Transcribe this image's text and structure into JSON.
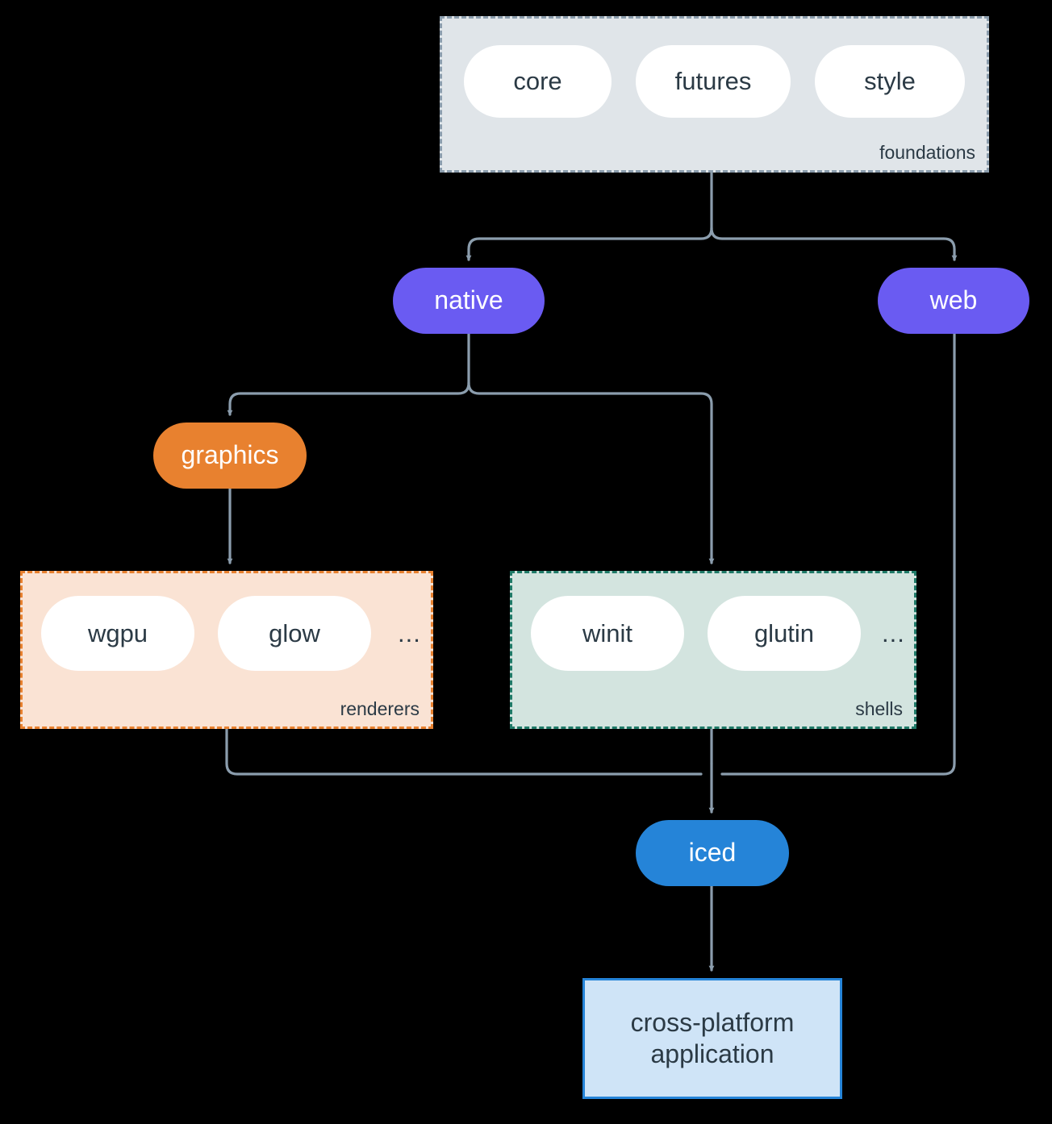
{
  "diagram": {
    "type": "architecture-flow",
    "background": "#000000",
    "edge_color": "#8b9dad",
    "groups": [
      {
        "id": "foundations",
        "label": "foundations",
        "fill": "#e0e5e9",
        "border_color": "#8b9dad",
        "border_style": "dashed",
        "members": [
          "core",
          "futures",
          "style"
        ],
        "has_ellipsis": false
      },
      {
        "id": "renderers",
        "label": "renderers",
        "fill": "#fae3d4",
        "border_color": "#e8812f",
        "border_style": "dashed",
        "members": [
          "wgpu",
          "glow"
        ],
        "ellipsis": "...",
        "has_ellipsis": true
      },
      {
        "id": "shells",
        "label": "shells",
        "fill": "#d3e4df",
        "border_color": "#1f7a68",
        "border_style": "dashed",
        "members": [
          "winit",
          "glutin"
        ],
        "ellipsis": "...",
        "has_ellipsis": true
      }
    ],
    "nodes": [
      {
        "id": "core",
        "label": "core",
        "shape": "pill",
        "fill": "#ffffff",
        "text_color": "#2b3a45"
      },
      {
        "id": "futures",
        "label": "futures",
        "shape": "pill",
        "fill": "#ffffff",
        "text_color": "#2b3a45"
      },
      {
        "id": "style",
        "label": "style",
        "shape": "pill",
        "fill": "#ffffff",
        "text_color": "#2b3a45"
      },
      {
        "id": "native",
        "label": "native",
        "shape": "pill",
        "fill": "#6a5bf2",
        "text_color": "#ffffff"
      },
      {
        "id": "web",
        "label": "web",
        "shape": "pill",
        "fill": "#6a5bf2",
        "text_color": "#ffffff"
      },
      {
        "id": "graphics",
        "label": "graphics",
        "shape": "pill",
        "fill": "#e8812f",
        "text_color": "#ffffff"
      },
      {
        "id": "wgpu",
        "label": "wgpu",
        "shape": "pill",
        "fill": "#ffffff",
        "text_color": "#2b3a45"
      },
      {
        "id": "glow",
        "label": "glow",
        "shape": "pill",
        "fill": "#ffffff",
        "text_color": "#2b3a45"
      },
      {
        "id": "winit",
        "label": "winit",
        "shape": "pill",
        "fill": "#ffffff",
        "text_color": "#2b3a45"
      },
      {
        "id": "glutin",
        "label": "glutin",
        "shape": "pill",
        "fill": "#ffffff",
        "text_color": "#2b3a45"
      },
      {
        "id": "iced",
        "label": "iced",
        "shape": "pill",
        "fill": "#2584d8",
        "text_color": "#ffffff"
      },
      {
        "id": "application",
        "label_line1": "cross-platform",
        "label_line2": "application",
        "shape": "rectangle",
        "fill": "#cfe4f7",
        "border_color": "#2584d8",
        "text_color": "#2b3a45"
      }
    ],
    "edges": [
      {
        "from": "foundations",
        "to": "native",
        "arrow": true
      },
      {
        "from": "foundations",
        "to": "web",
        "arrow": true
      },
      {
        "from": "native",
        "to": "graphics",
        "arrow": true
      },
      {
        "from": "native",
        "to": "shells",
        "arrow": true
      },
      {
        "from": "graphics",
        "to": "renderers",
        "arrow": true
      },
      {
        "from": "renderers",
        "to": "iced",
        "arrow": true
      },
      {
        "from": "shells",
        "to": "iced",
        "arrow": true
      },
      {
        "from": "web",
        "to": "iced",
        "arrow": true
      },
      {
        "from": "iced",
        "to": "application",
        "arrow": true
      }
    ]
  }
}
